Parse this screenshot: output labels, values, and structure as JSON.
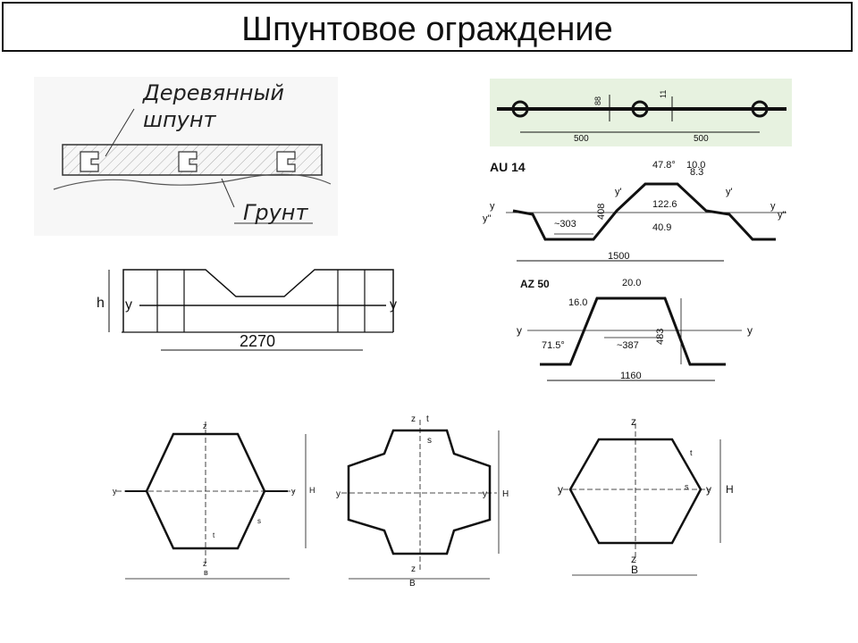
{
  "slide": {
    "title": "Шпунтовое ограждение"
  },
  "wood": {
    "label1": "Деревянный",
    "label2": "шпунт",
    "label3": "Грунт"
  },
  "photo": {
    "dim_v1": "88",
    "dim_v2": "11",
    "dim_h1": "500",
    "dim_h2": "500"
  },
  "au14": {
    "name": "AU 14",
    "angle": "47.8°",
    "d1": "10.0",
    "d2": "8.3",
    "d3": "122.6",
    "d4": "40.9",
    "d5": "408",
    "d6": "~303",
    "width": "1500",
    "y_left": "y",
    "y2_left": "y\"",
    "y_right": "y",
    "y2_right": "y\"",
    "yp1": "y'",
    "yp2": "y'"
  },
  "larssen": {
    "h": "h",
    "y_left": "y",
    "y_right": "y",
    "width": "2270"
  },
  "az50": {
    "name": "AZ 50",
    "d_top": "20.0",
    "d_thk": "16.0",
    "angle": "71.5°",
    "d_mid": "~387",
    "height": "483",
    "width": "1160",
    "y_left": "y",
    "y_right": "y"
  },
  "box1": {
    "z_top": "z",
    "z_bot": "z",
    "y_left": "y",
    "y_right": "y",
    "h": "H",
    "b": "в",
    "t": "t",
    "s": "s"
  },
  "box2": {
    "z": "z",
    "t": "t",
    "s": "s",
    "z_bot": "z",
    "y_left": "y",
    "y_right": "y",
    "h": "H",
    "b": "B"
  },
  "box3": {
    "z_top": "z",
    "z_bot": "z",
    "y_left": "y",
    "y_right": "y",
    "h": "H",
    "b": "B",
    "t": "t",
    "s": "s"
  }
}
